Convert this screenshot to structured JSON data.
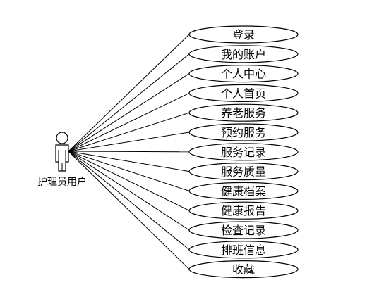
{
  "actor": {
    "name": "护理员用户"
  },
  "use_cases": [
    {
      "label": "登录"
    },
    {
      "label": "我的账户"
    },
    {
      "label": "个人中心"
    },
    {
      "label": "个人首页"
    },
    {
      "label": "养老服务"
    },
    {
      "label": "预约服务"
    },
    {
      "label": "服务记录"
    },
    {
      "label": "服务质量"
    },
    {
      "label": "健康档案"
    },
    {
      "label": "健康报告"
    },
    {
      "label": "检查记录"
    },
    {
      "label": "排班信息"
    },
    {
      "label": "收藏"
    }
  ]
}
